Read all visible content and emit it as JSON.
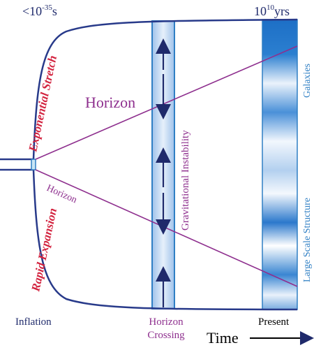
{
  "labels": {
    "top_left_base": "<10",
    "top_left_exp": "-35",
    "top_left_unit": "s",
    "top_right_base": "10",
    "top_right_exp": "10",
    "top_right_unit": "yrs",
    "exponential_stretch": "Exponential Stretch",
    "rapid_expansion": "Rapid Expansion",
    "horizon_large": "Horizon",
    "horizon_small": "Horizon",
    "gravitational_instability": "Gravitational Instability",
    "galaxies": "Galaxies",
    "large_scale_structure": "Large Scale Structure",
    "inflation": "Inflation",
    "horizon_crossing_line1": "Horizon",
    "horizon_crossing_line2": "Crossing",
    "present": "Present",
    "time": "Time"
  },
  "colors": {
    "outline": "#283a8a",
    "red_text": "#d3233f",
    "horizon_line": "#8e2f8e",
    "band_blue": "#2f7fc4",
    "dark_text": "#1f2a6b"
  }
}
